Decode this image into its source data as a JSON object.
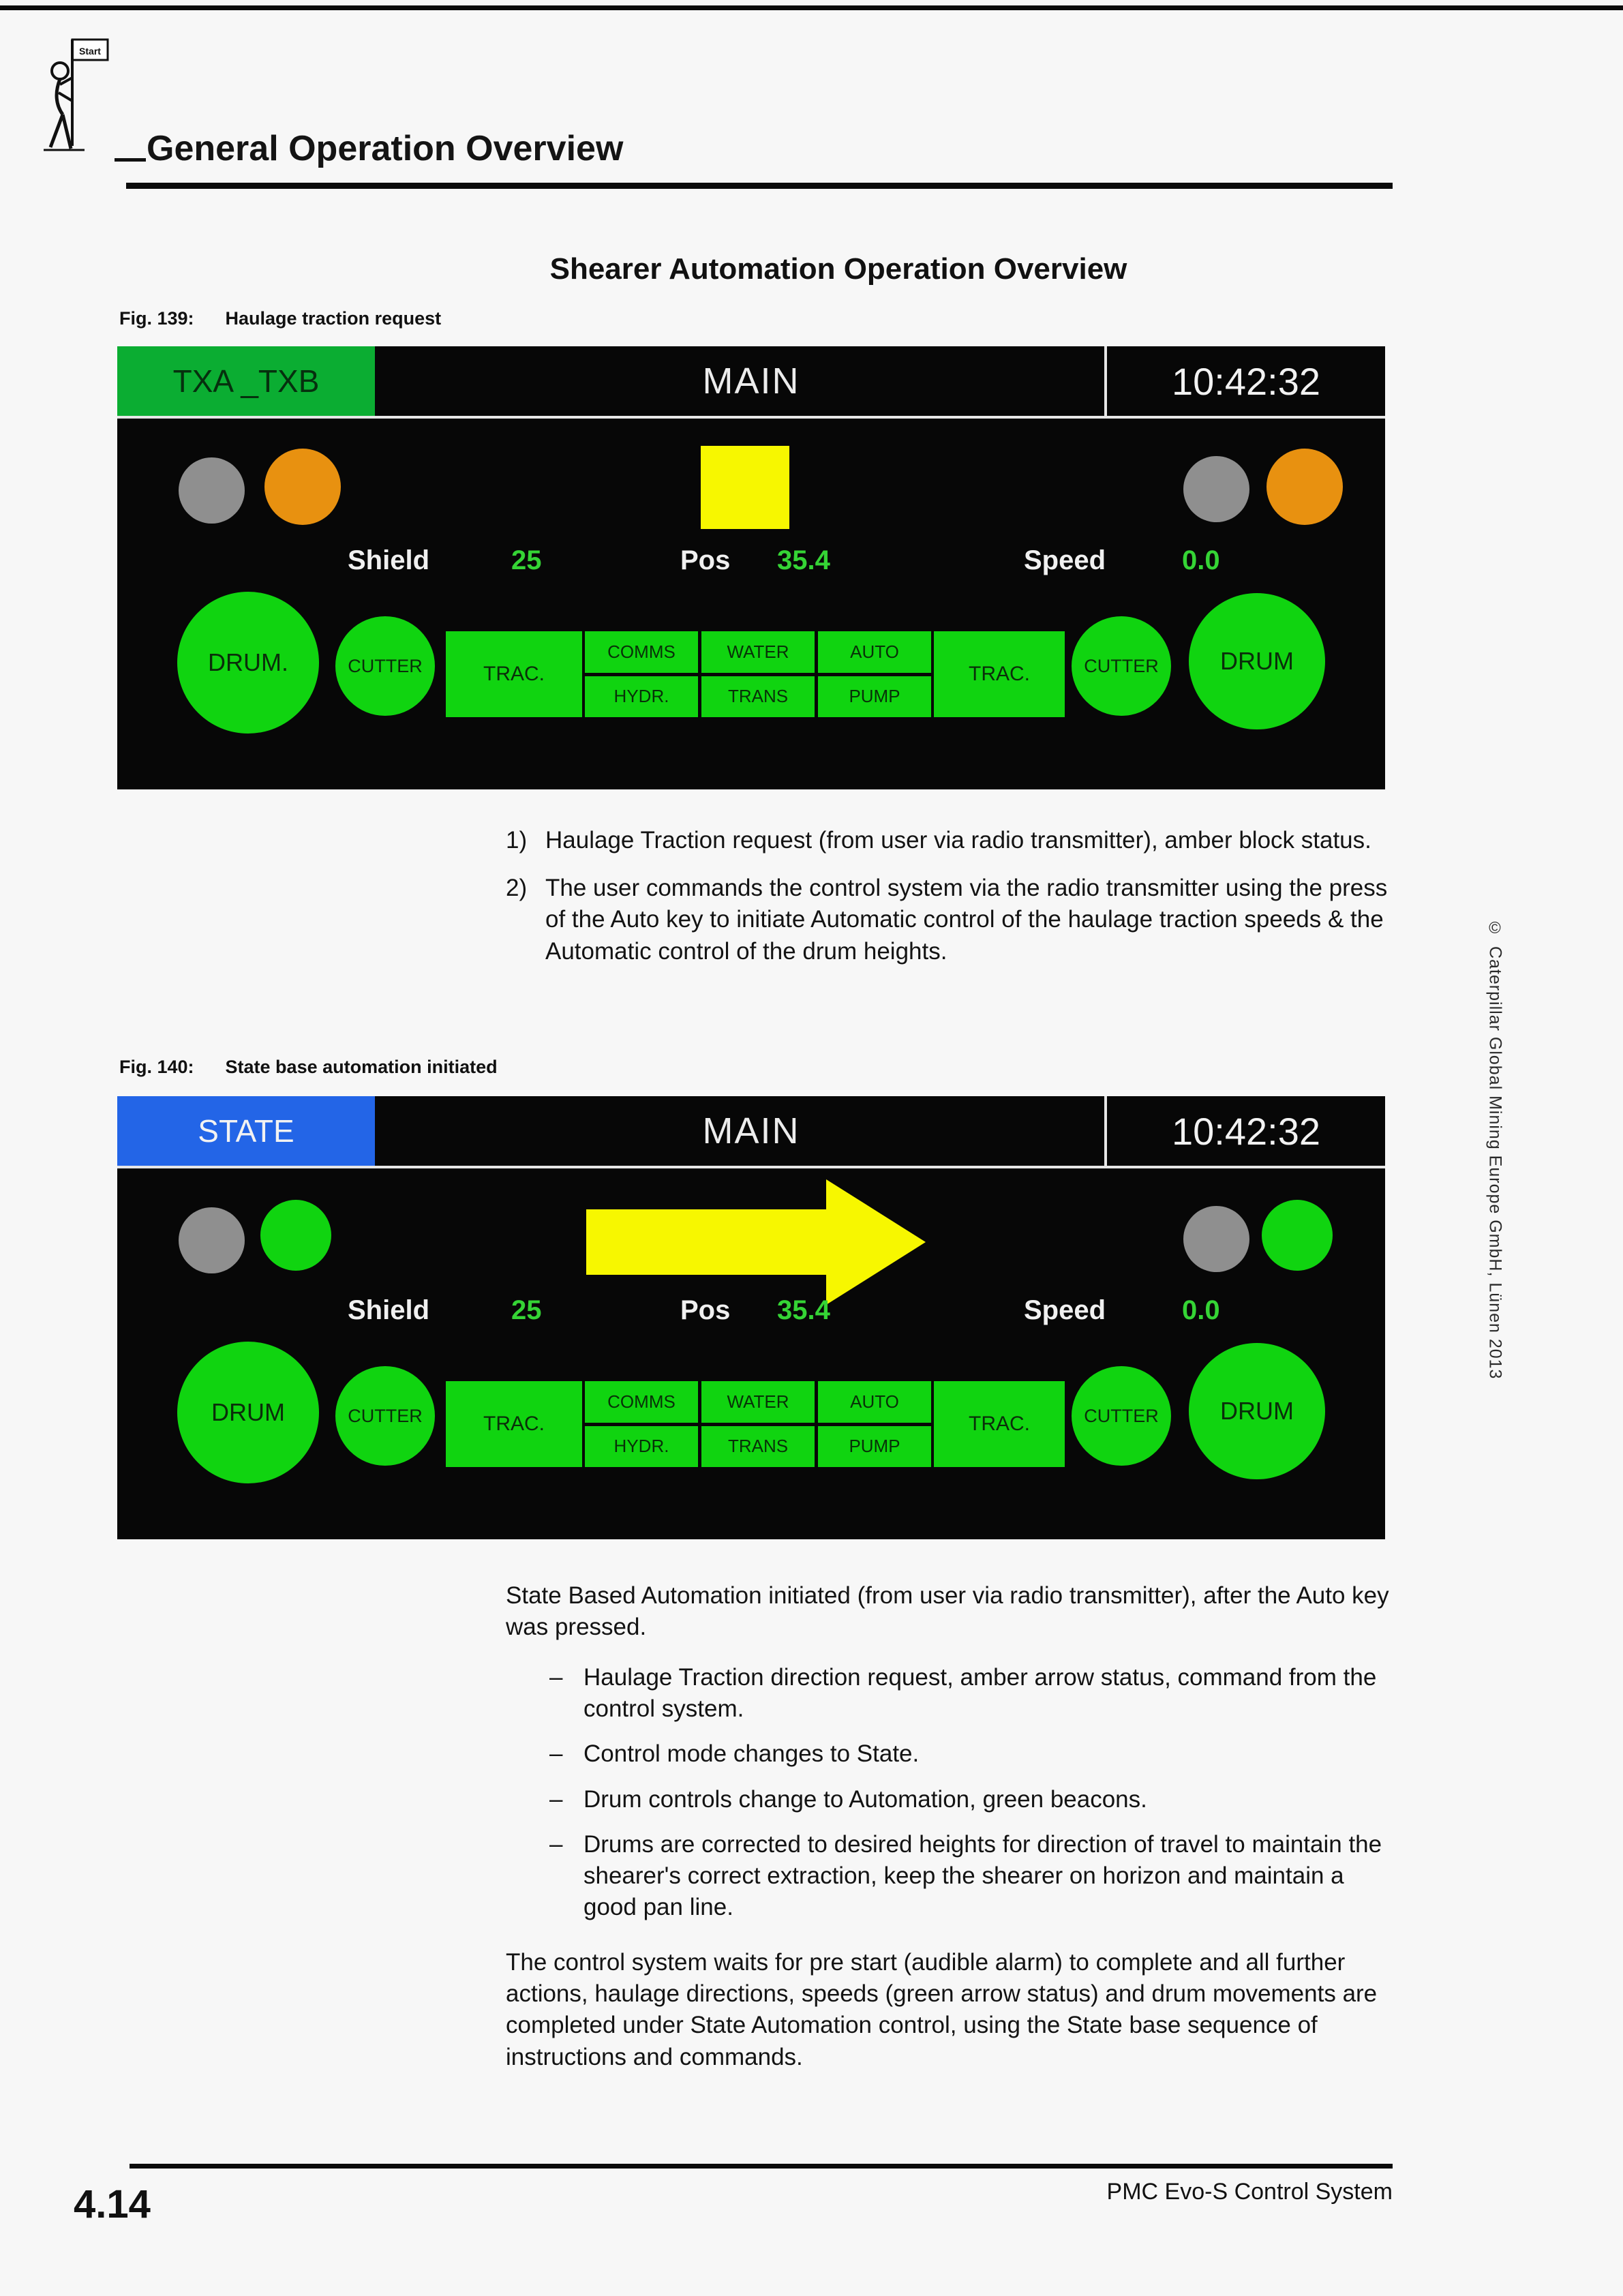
{
  "page": {
    "header": {
      "title": "General Operation Overview",
      "logo_flag_label": "Start"
    },
    "section_title": "Shearer Automation Operation Overview",
    "sidebar": {
      "copyright_symbol": "©",
      "copyright_text": "Caterpillar Global Mining Europe GmbH, Lünen 2013"
    },
    "footer": {
      "page_number": "4.14",
      "product_name": "PMC Evo-S Control System"
    }
  },
  "fig139": {
    "caption_label": "Fig. 139:",
    "caption_text": "Haulage traction request",
    "screen": {
      "mode": "TXA _TXB",
      "title": "MAIN",
      "clock": "10:42:32",
      "status": {
        "shield_label": "Shield",
        "shield_value": "25",
        "pos_label": "Pos",
        "pos_value": "35.4",
        "speed_label": "Speed",
        "speed_value": "0.0"
      },
      "buttons": {
        "drum_left": "DRUM.",
        "cutter_left": "CUTTER",
        "trac_left": "TRAC.",
        "comms": "COMMS",
        "water": "WATER",
        "auto": "AUTO",
        "hydr": "HYDR.",
        "trans": "TRANS",
        "pump": "PUMP",
        "trac_right": "TRAC.",
        "cutter_right": "CUTTER",
        "drum_right": "DRUM"
      },
      "indicators": {
        "left_beacons": [
          "gray",
          "amber"
        ],
        "center": "amber-block",
        "right_beacons": [
          "gray",
          "amber"
        ]
      }
    }
  },
  "fig140": {
    "caption_label": "Fig. 140:",
    "caption_text": "State base automation initiated",
    "screen": {
      "mode": "STATE",
      "title": "MAIN",
      "clock": "10:42:32",
      "status": {
        "shield_label": "Shield",
        "shield_value": "25",
        "pos_label": "Pos",
        "pos_value": "35.4",
        "speed_label": "Speed",
        "speed_value": "0.0"
      },
      "buttons": {
        "drum_left": "DRUM",
        "cutter_left": "CUTTER",
        "trac_left": "TRAC.",
        "comms": "COMMS",
        "water": "WATER",
        "auto": "AUTO",
        "hydr": "HYDR.",
        "trans": "TRANS",
        "pump": "PUMP",
        "trac_right": "TRAC.",
        "cutter_right": "CUTTER",
        "drum_right": "DRUM"
      },
      "indicators": {
        "left_beacons": [
          "gray",
          "green"
        ],
        "center": "amber-arrow-right",
        "right_beacons": [
          "gray",
          "green"
        ]
      }
    }
  },
  "body": {
    "numbered_list": [
      {
        "marker": "1)",
        "text": "Haulage Traction request (from user via radio transmitter), amber block status."
      },
      {
        "marker": "2)",
        "text": "The user commands the control system via the radio transmitter using the press of the Auto key to initiate Automatic control of the haulage traction speeds & the Automatic control of the drum heights."
      }
    ],
    "state_paragraph": "State Based Automation initiated (from user via radio transmitter), after the Auto key was pressed.",
    "dash_list": [
      {
        "marker": "–",
        "text": "Haulage Traction direction request, amber arrow status, command from the control system."
      },
      {
        "marker": "–",
        "text": "Control mode changes to State."
      },
      {
        "marker": "–",
        "text": "Drum controls change to Automation, green beacons."
      },
      {
        "marker": "–",
        "text": "Drums are corrected to desired heights for direction of travel to maintain the shearer's correct extraction, keep the shearer on horizon and maintain a good pan line."
      }
    ],
    "closing_paragraph": "The control system waits for pre start (audible alarm) to complete and all further actions, haulage directions, speeds (green arrow status) and drum movements are completed under State Automation control, using the State base sequence of instructions and commands."
  },
  "colors": {
    "panel_background": "#070707",
    "button_green": "#10d410",
    "mode_green": "#0bad32",
    "mode_blue": "#2365e7",
    "beacon_amber": "#e89110",
    "beacon_gray": "#8f8f8f",
    "indicator_yellow": "#f7f700",
    "value_green": "#35d435"
  }
}
